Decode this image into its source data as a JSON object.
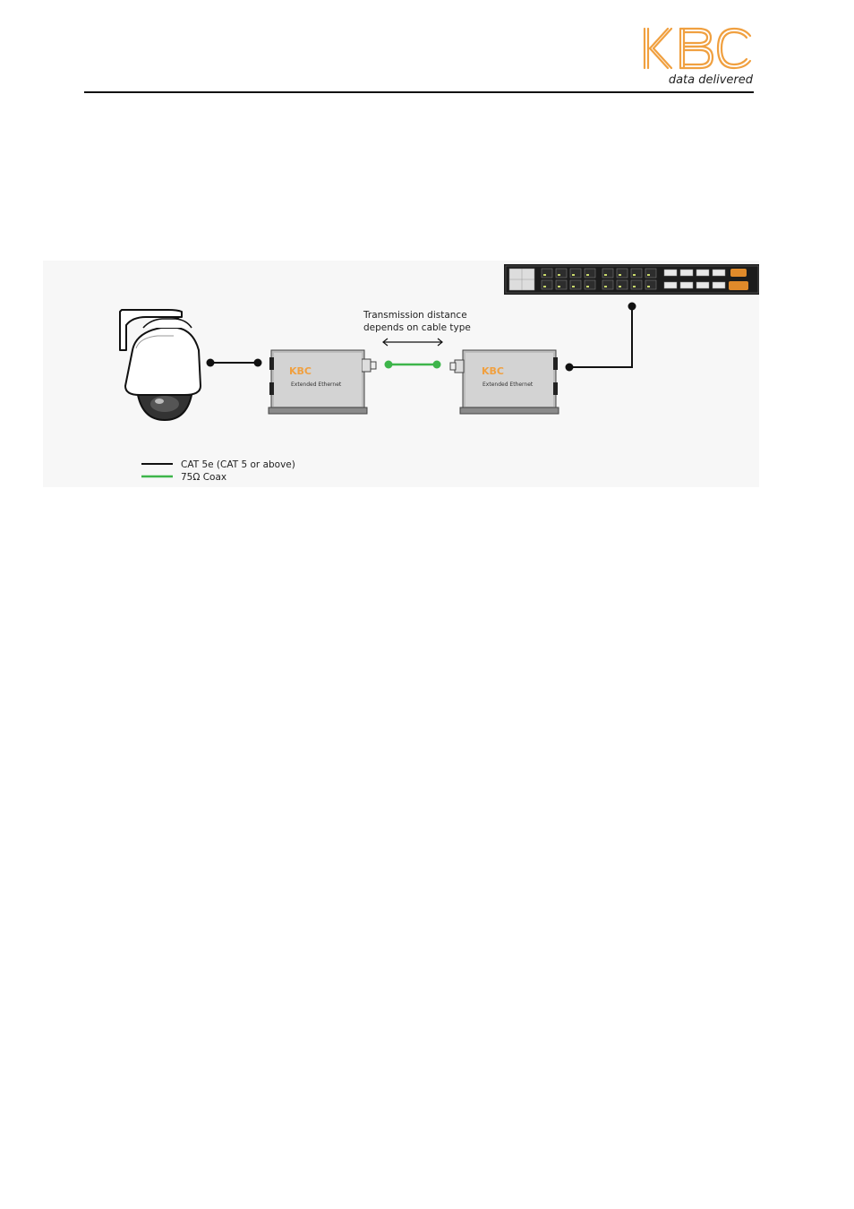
{
  "header": {
    "logo_text": "KBC",
    "tagline": "data delivered"
  },
  "diagram": {
    "annotation_line1": "Transmission distance",
    "annotation_line2": "depends on cable type",
    "extender_left_brand": "KBC",
    "extender_left_label": "Extended Ethernet",
    "extender_right_brand": "KBC",
    "extender_right_label": "Extended Ethernet",
    "legend": [
      {
        "label": "CAT 5e (CAT 5 or above)",
        "color": "#111111"
      },
      {
        "label": "75Ω Coax",
        "color": "#3db54a"
      }
    ],
    "colors": {
      "brand_orange": "#f0a040",
      "coax_green": "#3db54a",
      "cat5_black": "#111111"
    }
  }
}
